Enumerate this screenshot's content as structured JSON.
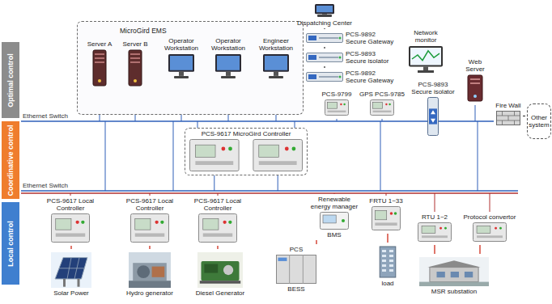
{
  "diagram": {
    "nodes": [
      {
        "text": [
          "Optimal control"
        ]
      },
      {
        "text": [
          "Coordinative control"
        ]
      },
      {
        "text": [
          "Local control"
        ]
      },
      {
        "text": [
          "MicroGird EMS"
        ]
      },
      {
        "text": [
          "Server A"
        ],
        "in": 3
      },
      {
        "text": [
          "Server B"
        ],
        "in": 3
      },
      {
        "text": [
          "Operator Workstation"
        ],
        "in": 3
      },
      {
        "text": [
          "Operator Workstation"
        ],
        "in": 3
      },
      {
        "text": [
          "Engineer Workstation"
        ],
        "in": 3
      },
      {
        "text": [
          "Dispatching Center"
        ]
      },
      {
        "text": [
          "PCS-9892 Secure Gateway"
        ]
      },
      {
        "text": [
          "PCS-9893 Secure isolator"
        ]
      },
      {
        "text": [
          "PCS-9892 Secure Gateway"
        ]
      },
      {
        "text": [
          "Network monitor"
        ]
      },
      {
        "text": [
          "PCS-9799"
        ]
      },
      {
        "text": [
          "GPS PCS-9785"
        ]
      },
      {
        "text": [
          "PCS-9893 Secure isolator"
        ]
      },
      {
        "text": [
          "Web Server"
        ]
      },
      {
        "text": [
          "Fire Wall"
        ]
      },
      {
        "text": [
          "Other system"
        ]
      },
      {
        "text": [
          "PCS-9617 MicroGird Controller"
        ]
      },
      {
        "text": [
          "PCS-9617 Local Controller"
        ]
      },
      {
        "text": [
          "PCS-9617 Local Controller"
        ]
      },
      {
        "text": [
          "PCS-9617 Local Controller"
        ]
      },
      {
        "text": [
          "Renewable energy manager",
          "BMS"
        ]
      },
      {
        "text": [
          "FRTU 1~33"
        ]
      },
      {
        "text": [
          "RTU 1~2"
        ]
      },
      {
        "text": [
          "Protocol convertor"
        ]
      },
      {
        "text": [
          "Solar Power"
        ]
      },
      {
        "text": [
          "Hydro generator"
        ]
      },
      {
        "text": [
          "Diesel Generator"
        ]
      },
      {
        "text": [
          "PCS",
          "BESS"
        ]
      },
      {
        "text": [
          "load"
        ]
      },
      {
        "text": [
          "MSR substation"
        ]
      }
    ],
    "edges": [
      {
        "from": 9,
        "to": 10,
        "arrow": "none"
      },
      {
        "from": 10,
        "to": 11,
        "arrow": "none"
      },
      {
        "from": 11,
        "to": 12,
        "arrow": "none"
      },
      {
        "from": 18,
        "to": 19,
        "arrow": "none"
      },
      {
        "from": 21,
        "to": 28,
        "arrow": "none"
      },
      {
        "from": 22,
        "to": 29,
        "arrow": "none"
      },
      {
        "from": 23,
        "to": 30,
        "arrow": "none"
      },
      {
        "from": 24,
        "to": 31,
        "arrow": "none"
      },
      {
        "from": 25,
        "to": 32,
        "arrow": "none"
      },
      {
        "from": 26,
        "to": 33,
        "arrow": "none"
      },
      {
        "from": 27,
        "to": 33,
        "arrow": "none"
      }
    ],
    "labels": [
      "Ethernet Switch",
      "Ethernet Switch"
    ]
  }
}
